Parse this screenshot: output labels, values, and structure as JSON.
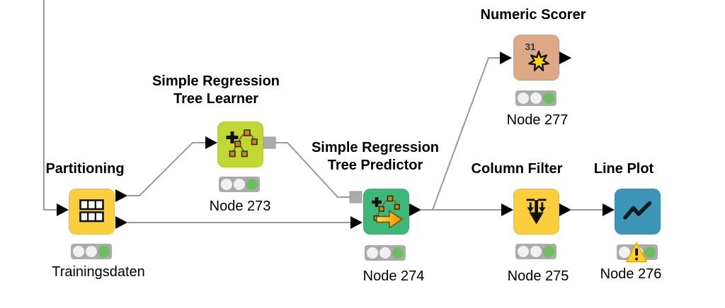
{
  "workflow": {
    "nodes": {
      "partitioning": {
        "title": "Partitioning",
        "label": "Trainingsdaten",
        "color": "#FBCE3D",
        "status": "executed"
      },
      "tree_learner": {
        "title": "Simple Regression\nTree Learner",
        "label": "Node 273",
        "color": "#C1D833",
        "status": "executed"
      },
      "tree_predictor": {
        "title": "Simple Regression\nTree Predictor",
        "label": "Node 274",
        "color": "#3CB878",
        "status": "executed"
      },
      "numeric_scorer": {
        "title": "Numeric Scorer",
        "label": "Node 277",
        "color": "#DCA886",
        "status": "executed",
        "badge": "31"
      },
      "column_filter": {
        "title": "Column Filter",
        "label": "Node 275",
        "color": "#FBCE3D",
        "status": "executed"
      },
      "line_plot": {
        "title": "Line Plot",
        "label": "Node 276",
        "color": "#3D95B8",
        "status": "executed_with_warning"
      }
    },
    "status_colors": {
      "idle": "#F1F1F1",
      "executed_green": "#6CBE5F",
      "warning_yellow": "#FFD026"
    },
    "connection_color": "#999999"
  }
}
